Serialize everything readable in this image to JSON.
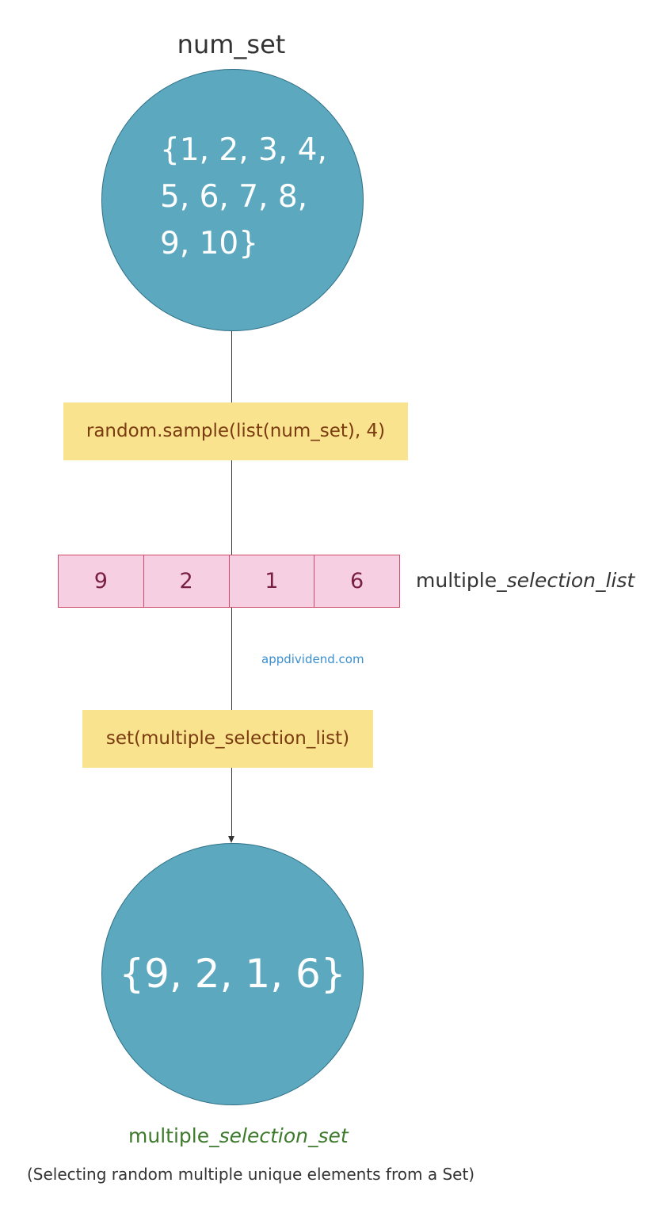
{
  "top_label": "num_set",
  "num_set_contents": "{1, 2, 3, 4,\n5, 6, 7, 8,\n9, 10}",
  "operation_1": "random.sample(list(num_set), 4)",
  "selection_list": {
    "values": [
      "9",
      "2",
      "1",
      "6"
    ],
    "label_prefix": "multiple_",
    "label_suffix": "selection_list"
  },
  "watermark": "appdividend.com",
  "operation_2": "set(multiple_selection_list)",
  "result_set_contents": "{9, 2, 1, 6}",
  "result_label": {
    "prefix": "multiple_",
    "suffix": "selection_set"
  },
  "caption": "(Selecting random multiple unique elements from a Set)",
  "colors": {
    "circle_fill": "#5ba8bf",
    "operation_fill": "#fae38e",
    "list_fill": "#f6cfe2",
    "result_label": "#3d7a2c",
    "watermark": "#3a8fd0"
  }
}
